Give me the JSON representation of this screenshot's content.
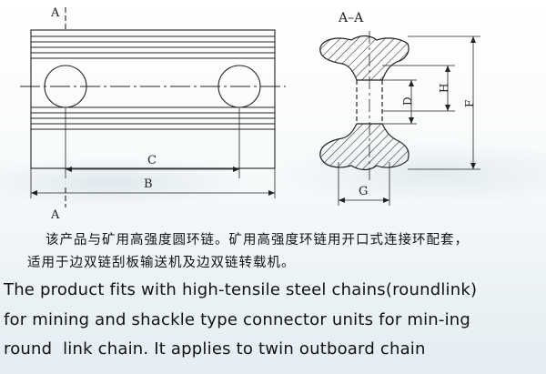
{
  "drawing": {
    "section_mark": "A",
    "section_title": "A–A",
    "dim_b": "B",
    "dim_c": "C",
    "dim_d": "D",
    "dim_h": "H",
    "dim_f": "F",
    "dim_g": "G"
  },
  "description": {
    "cn_line1": "该产品与矿用高强度圆环链。矿用高强度环链用开口式连接环配套，",
    "cn_line2": "适用于边双链刮板输送机及边双链转载机。",
    "en_line1": "The product fits with high-tensile steel chains(roundlink)",
    "en_line2": "for mining and shackle type connector units for min-ing",
    "en_line3": "round  link chain. It applies to twin outboard chain"
  }
}
